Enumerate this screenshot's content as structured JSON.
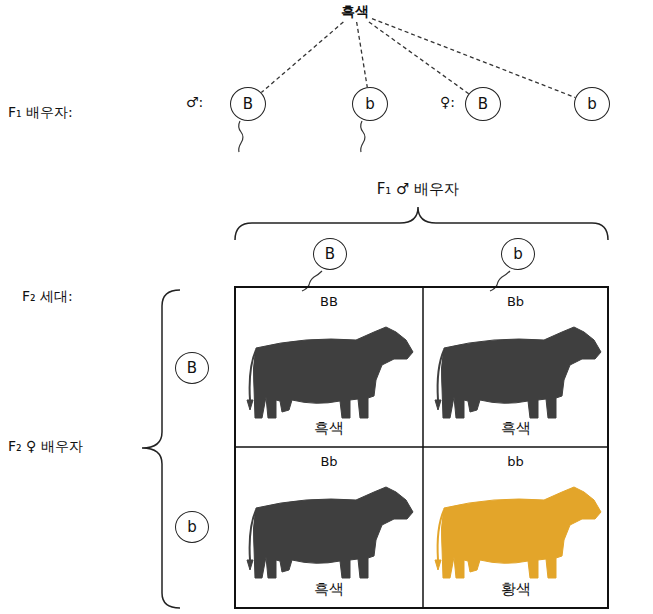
{
  "diagram": {
    "nodes": [
      {
        "text": [
          "흑색"
        ]
      },
      {
        "text": [
          "B"
        ]
      },
      {
        "text": [
          "b"
        ]
      },
      {
        "text": [
          "B"
        ]
      },
      {
        "text": [
          "b"
        ]
      },
      {
        "text": [
          "B"
        ]
      },
      {
        "text": [
          "b"
        ]
      },
      {
        "text": [
          "B"
        ]
      },
      {
        "text": [
          "b"
        ]
      },
      {
        "text": [
          "BB",
          "흑색"
        ]
      },
      {
        "text": [
          "Bb",
          "흑색"
        ]
      },
      {
        "text": [
          "Bb",
          "흑색"
        ]
      },
      {
        "text": [
          "bb",
          "황색"
        ]
      }
    ],
    "edges": [
      {
        "from": 0,
        "to": 1,
        "arrow": "none"
      },
      {
        "from": 0,
        "to": 2,
        "arrow": "none"
      },
      {
        "from": 0,
        "to": 3,
        "arrow": "none"
      },
      {
        "from": 0,
        "to": 4,
        "arrow": "none"
      }
    ],
    "labels": [
      "F₁ 배우자:",
      "♂:",
      "♀:",
      "F₁ ♂ 배우자",
      "F₂ 세대:",
      "F₂ ♀ 배우자"
    ]
  }
}
